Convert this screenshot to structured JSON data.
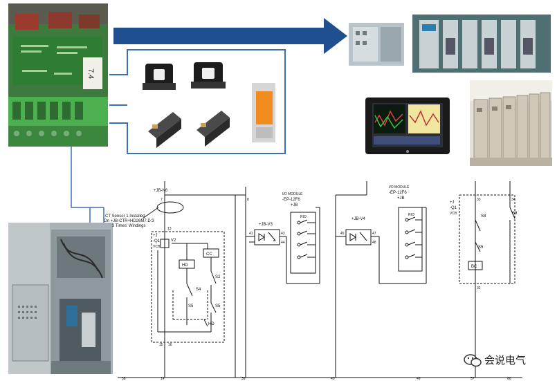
{
  "pcb": {
    "silkscreen": "7.4"
  },
  "ct_sensor_note": {
    "line1": "CT Sensor 1 Installed",
    "line2": "On +JB-CTR+HD26M7.D:3",
    "line3": "3 Times' Windings"
  },
  "schematic": {
    "n_jb_n6": "+JB-N6",
    "n_7": "7",
    "n_8": "8",
    "n_13": "13",
    "n_14": "14",
    "q1_tag1": "+J",
    "q1_tag2": "-Q1",
    "q1_tag3": "VCB",
    "v2": "V2",
    "n_15": "15",
    "n_16": "16",
    "hd_box": "HD",
    "cc_box": "CC",
    "s2": "S2",
    "s4": "S4",
    "s5": "S5",
    "s5b": "S5",
    "hd_bottom": "HD",
    "jb_v3": "+JB-V3",
    "n_41": "41",
    "n_43": "43",
    "n_44": "44",
    "io1_title1": "I/O MODULE",
    "io1_title2": "-EP-12F6",
    "io1_title3": "+JB",
    "io1_rio": "RIO",
    "jb_v4": "+JB-V4",
    "n_45": "45",
    "n_47": "47",
    "n_48": "48",
    "io2_title1": "I/O MODULE",
    "io2_title2": "-EP-12F6",
    "io2_title3": "+JB",
    "io2_rio": "RIO",
    "q1r_tag1": "+J",
    "q1r_tag2": "-Q1",
    "q1r_tag3": "VCB",
    "s8": "S8",
    "s9": "S9",
    "s5r": "S5",
    "bc_box": "BC",
    "n_32": "32",
    "n_33": "33",
    "n_34": "34",
    "n_38": "38",
    "n_39": "39",
    "n_40": "40",
    "n_49": "49",
    "n_57": "57",
    "n_60": "60"
  },
  "watermark": {
    "text": "会说电气"
  },
  "colors": {
    "arrow": "#1f4f8f",
    "connector": "#3b6fb5",
    "pcb": "#2e7d32"
  }
}
